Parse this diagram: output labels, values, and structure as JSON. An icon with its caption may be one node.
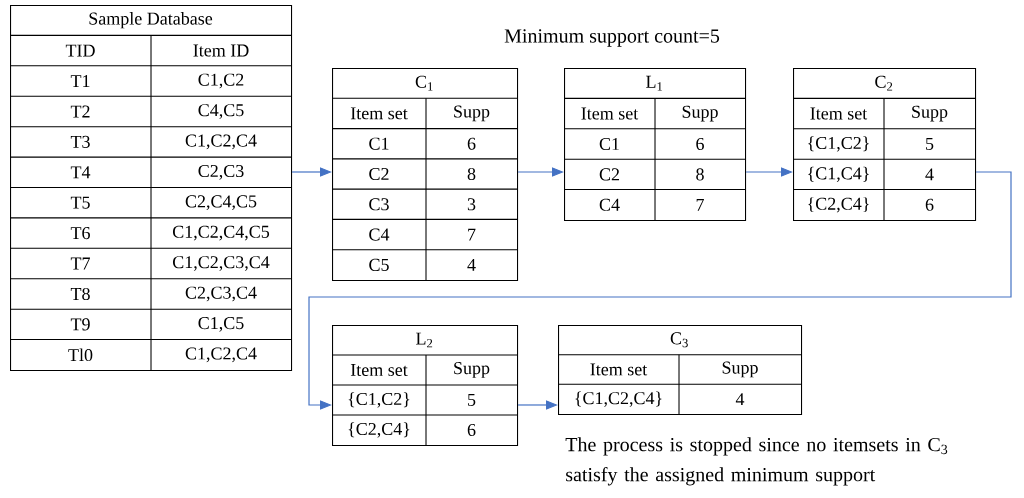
{
  "diagram": {
    "nodes": [
      {
        "text": [
          "Sample Database",
          "TID",
          "Item ID",
          "T1",
          "C1,C2",
          "T2",
          "C4,C5",
          "T3",
          "C1,C2,C4",
          "T4",
          "C2,C3",
          "T5",
          "C2,C4,C5",
          "T6",
          "C1,C2,C4,C5",
          "T7",
          "C1,C2,C3,C4",
          "T8",
          "C2,C3,C4",
          "T9",
          "C1,C5",
          "Tl0",
          "C1,C2,C4"
        ]
      },
      {
        "text": [
          "C$_{1}$",
          "Item set",
          "Supp",
          "C1",
          "6",
          "C2",
          "8",
          "C3",
          "3",
          "C4",
          "7",
          "C5",
          "4"
        ]
      },
      {
        "text": [
          "L$_{1}$",
          "Item set",
          "Supp",
          "C1",
          "6",
          "C2",
          "8",
          "C4",
          "7"
        ]
      },
      {
        "text": [
          "C$_{2}$",
          "Item set",
          "Supp",
          "{C1,C2}",
          "5",
          "{C1,C4}",
          "4",
          "{C2,C4}",
          "6"
        ]
      },
      {
        "text": [
          "L$_{2}$",
          "Item set",
          "Supp",
          "{C1,C2}",
          "5",
          "{C2,C4}",
          "6"
        ]
      },
      {
        "text": [
          "C$_{3}$",
          "Item set",
          "Supp",
          "{C1,C2,C4}",
          "4"
        ]
      }
    ],
    "edges": [
      {
        "from": 0,
        "to": 1,
        "arrow": "to"
      },
      {
        "from": 1,
        "to": 2,
        "arrow": "to"
      },
      {
        "from": 2,
        "to": 3,
        "arrow": "to"
      },
      {
        "from": 3,
        "to": 4,
        "arrow": "to"
      },
      {
        "from": 4,
        "to": 5,
        "arrow": "to"
      }
    ],
    "labels": [
      "Minimum support count=5",
      "The process is stopped since no itemsets in C$_{3}$ satisfy the assigned minimum support"
    ]
  }
}
